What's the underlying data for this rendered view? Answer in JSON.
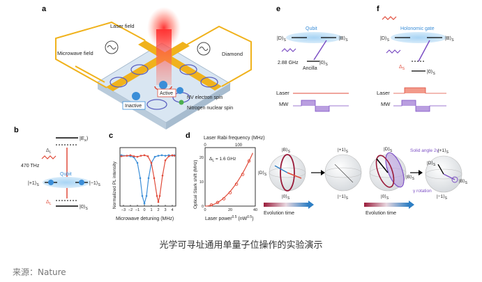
{
  "panels": {
    "a": {
      "letter": "a",
      "laser_field": "Laser field",
      "microwave_field": "Microwave field",
      "diamond": "Diamond",
      "active": "Active",
      "inactive": "Inactive",
      "nv_spin": "NV electron spin",
      "n_spin": "Nitrogen nuclear spin"
    },
    "b": {
      "letter": "b",
      "ex": "|E",
      "ex_sub": "x",
      "ex_end": "⟩",
      "freq": "470 THz",
      "delta": "Δ",
      "delta_sub": "L",
      "qubit": "Qubit",
      "plus1": "|+1⟩",
      "minus1": "|−1⟩",
      "zero": "|0⟩",
      "sub_s": "S"
    },
    "c": {
      "letter": "c",
      "ylabel": "Normalized PL intensity",
      "xlabel": "Microwave detuning (MHz)",
      "xticks": [
        "−3",
        "−2",
        "−1",
        "0",
        "1",
        "2",
        "3",
        "4"
      ]
    },
    "d": {
      "letter": "d",
      "top_label": "Laser Rabi frequency (MHz)",
      "top_ticks": [
        "0",
        "100"
      ],
      "ylabel": "Optical Stark shift (MHz)",
      "xlabel": "Laser power",
      "xlabel_exp": "0.5",
      "xlabel_unit": " (nW",
      "xlabel_unit_exp": "0.5",
      "xlabel_end": ")",
      "annotation": "Δ",
      "annotation_sub": "L",
      "annotation_val": " = 1.6 GHz",
      "xticks": [
        "0",
        "20",
        "40"
      ],
      "yticks": [
        "0",
        "10",
        "20"
      ]
    },
    "e": {
      "letter": "e",
      "qubit": "Qubit",
      "d": "|D⟩",
      "b": "|B⟩",
      "s": "S",
      "freq": "2.88 GHz",
      "ancilla": "Ancilla",
      "zero": "|0⟩",
      "laser": "Laser",
      "mw": "MW"
    },
    "f": {
      "letter": "f",
      "gate": "Holonomic gate",
      "d": "|D⟩",
      "b": "|B⟩",
      "s": "S",
      "delta": "Δ",
      "zero": "|0⟩",
      "laser": "Laser",
      "mw": "MW"
    },
    "bloch_e": {
      "b": "|B⟩",
      "d": "|D⟩",
      "s": "S",
      "plus1": "|+1⟩",
      "minus1": "|−1⟩",
      "zero": "|0⟩",
      "evolution": "Evolution time"
    },
    "bloch_f": {
      "b": "|B⟩",
      "d": "|D⟩",
      "s": "S",
      "plus1": "|+1⟩",
      "minus1": "|−1⟩",
      "zero": "|0⟩",
      "solid": "Solid angle 2γ",
      "rotation": "γ rotation",
      "evolution": "Evolution time"
    }
  },
  "chart_data": [
    {
      "type": "line",
      "panel": "c",
      "xlabel": "Microwave detuning (MHz)",
      "ylabel": "Normalized PL intensity",
      "xlim": [
        -3.5,
        4.5
      ],
      "series": [
        {
          "color": "#3b8ed8",
          "x": [
            -3.3,
            -2.5,
            -2,
            -1.5,
            -1,
            -0.6,
            -0.3,
            0,
            0.3,
            0.6,
            1,
            1.5,
            2,
            2.5,
            3,
            3.5,
            4,
            4.3
          ],
          "y": [
            1.0,
            0.99,
            0.98,
            0.96,
            0.85,
            0.55,
            0.2,
            0.05,
            0.2,
            0.55,
            0.85,
            0.97,
            0.99,
            1.0,
            0.99,
            1.0,
            0.99,
            1.0
          ]
        },
        {
          "color": "#e04b3a",
          "x": [
            -3.3,
            -2.5,
            -2,
            -1.5,
            -1,
            -0.5,
            0,
            0.5,
            1,
            1.4,
            1.8,
            2.0,
            2.2,
            2.6,
            3,
            3.5,
            4,
            4.3
          ],
          "y": [
            0.98,
            0.99,
            1.0,
            0.98,
            0.97,
            0.99,
            1.0,
            0.98,
            0.85,
            0.55,
            0.2,
            0.08,
            0.2,
            0.6,
            0.9,
            0.98,
            1.0,
            0.99
          ]
        }
      ]
    },
    {
      "type": "scatter",
      "panel": "d",
      "xlabel": "Laser power^0.5 (nW^0.5)",
      "ylabel": "Optical Stark shift (MHz)",
      "xlim": [
        0,
        40
      ],
      "ylim": [
        0,
        24
      ],
      "annotation": "ΔL = 1.6 GHz",
      "series": [
        {
          "color": "#e04b3a",
          "x": [
            5,
            10,
            15,
            20,
            25,
            30,
            35
          ],
          "y": [
            0.5,
            1.5,
            3,
            5.5,
            9,
            13,
            18.5
          ]
        }
      ]
    }
  ],
  "caption": "光学可寻址通用单量子位操作的实验演示",
  "source": "来源：Nature"
}
